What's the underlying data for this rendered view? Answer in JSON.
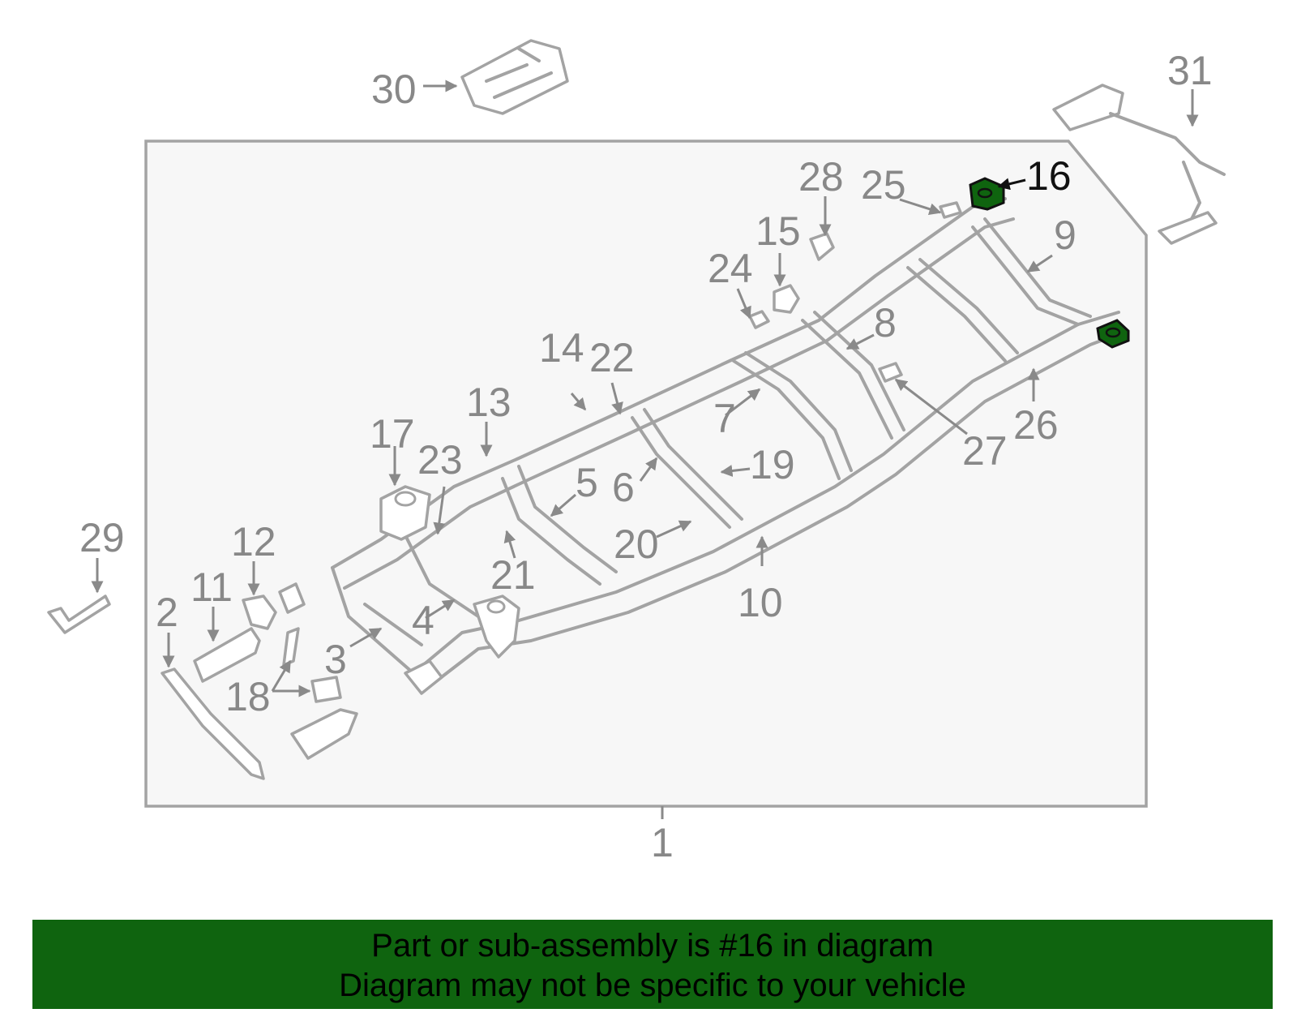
{
  "diagram": {
    "callouts": {
      "c1": "1",
      "c2": "2",
      "c3": "3",
      "c4": "4",
      "c5": "5",
      "c6": "6",
      "c7": "7",
      "c8": "8",
      "c9": "9",
      "c10": "10",
      "c11": "11",
      "c12": "12",
      "c13": "13",
      "c14": "14",
      "c15": "15",
      "c16": "16",
      "c17": "17",
      "c18": "18",
      "c19": "19",
      "c20": "20",
      "c21": "21",
      "c22": "22",
      "c23": "23",
      "c24": "24",
      "c25": "25",
      "c26": "26",
      "c27": "27",
      "c28": "28",
      "c29": "29",
      "c30": "30",
      "c31": "31"
    },
    "highlight_part": "16",
    "colors": {
      "highlight_fill": "#0f640f",
      "line_gray": "#a3a3a3",
      "callout_gray": "#888888",
      "panel_bg": "#f7f7f7"
    }
  },
  "banner": {
    "line1": "Part or sub-assembly is #16 in diagram",
    "line2": "Diagram may not be specific to your vehicle"
  }
}
